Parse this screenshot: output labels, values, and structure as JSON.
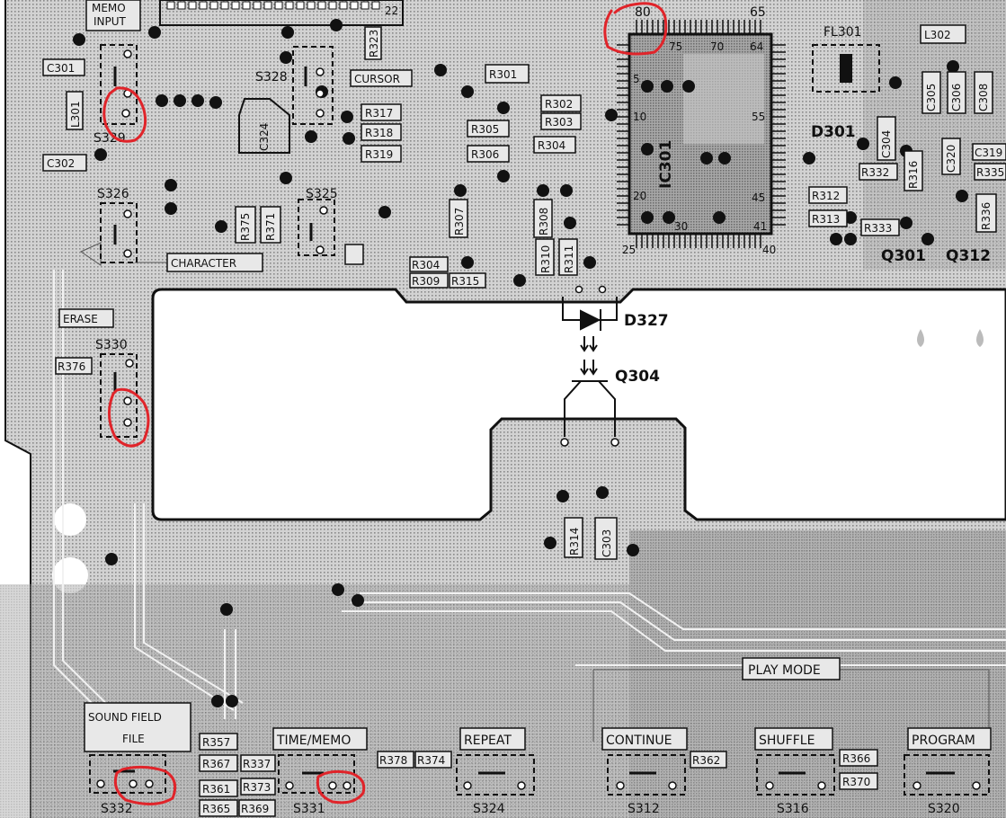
{
  "header": {
    "memo_input_1": "MEMO",
    "memo_input_2": "INPUT",
    "pin_22": "22",
    "pin_80": "80",
    "pin_65": "65",
    "pin_75": "75",
    "pin_70": "70",
    "pin_64": "64",
    "pin_5": "5",
    "pin_10": "10",
    "pin_20": "20",
    "pin_30": "30",
    "pin_25": "25",
    "pin_40": "40",
    "pin_41": "41",
    "pin_45": "45",
    "pin_55": "55"
  },
  "labels": {
    "c301": "C301",
    "l301": "L301",
    "s329": "S329",
    "c302": "C302",
    "s328": "S328",
    "c324": "C324",
    "cursor": "CURSOR",
    "r323": "R323",
    "r301": "R301",
    "r317": "R317",
    "r318": "R318",
    "r319": "R319",
    "r302": "R302",
    "r303": "R303",
    "r305": "R305",
    "r306": "R306",
    "r304": "R304",
    "ic301": "IC301",
    "fl301": "FL301",
    "l302": "L302",
    "d301": "D301",
    "c304": "C304",
    "r332": "R332",
    "r316": "R316",
    "r312": "R312",
    "r313": "R313",
    "r333": "R333",
    "q301": "Q301",
    "q312": "Q312",
    "c305": "C305",
    "c306": "C306",
    "c308": "C308",
    "c320": "C320",
    "c319": "C319",
    "r335": "R335",
    "r336": "R336",
    "s326": "S326",
    "s325": "S325",
    "r375": "R375",
    "r371": "R371",
    "character": "CHARACTER",
    "r307": "R307",
    "r308": "R308",
    "r310": "R310",
    "r311": "R311",
    "r309": "R309",
    "r315": "R315",
    "erase": "ERASE",
    "s330": "S330",
    "r376": "R376",
    "d327": "D327",
    "q304": "Q304",
    "r314": "R314",
    "c303": "C303",
    "play_mode": "PLAY MODE",
    "sound_field_1": "SOUND FIELD",
    "sound_field_2": "FILE",
    "r357": "R357",
    "r367": "R367",
    "r337": "R337",
    "r361": "R361",
    "r373": "R373",
    "r365": "R365",
    "r369": "R369",
    "time_memo": "TIME/MEMO",
    "r378": "R378",
    "r374": "R374",
    "repeat": "REPEAT",
    "continue": "CONTINUE",
    "r362": "R362",
    "shuffle": "SHUFFLE",
    "r366": "R366",
    "r370": "R370",
    "program": "PROGRAM",
    "s332": "S332",
    "s331": "S331",
    "s324": "S324",
    "s312": "S312",
    "s316": "S316",
    "s320": "S320"
  },
  "colors": {
    "board_gray": "#d7d7d7",
    "copper_gray": "#9c9c9c",
    "window_white": "#ffffff",
    "ink": "#111111",
    "highlight_red": "#e0242a"
  }
}
